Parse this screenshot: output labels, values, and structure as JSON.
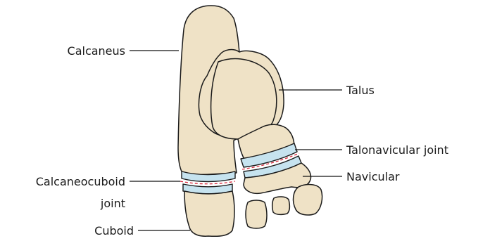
{
  "labels": {
    "calcaneus": "Calcaneus",
    "talus": "Talus",
    "talonavicular_joint": "Talonavicular joint",
    "navicular": "Navicular",
    "calcaneocuboid_joint_line1": "Calcaneocuboid",
    "calcaneocuboid_joint_line2": "joint",
    "cuboid": "Cuboid"
  },
  "colors": {
    "bone": "#efe2c6",
    "cartilage": "#c6e3ef",
    "joint_line": "#d6283c",
    "outline": "#1a1a1a"
  }
}
